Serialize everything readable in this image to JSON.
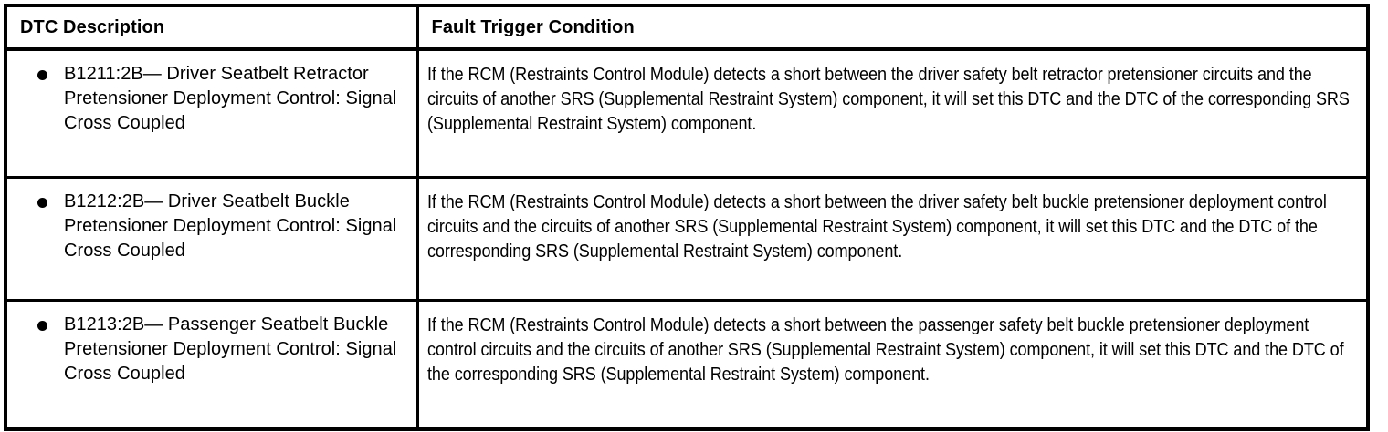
{
  "table": {
    "columns": [
      {
        "key": "description",
        "header": "DTC Description"
      },
      {
        "key": "condition",
        "header": "Fault Trigger Condition"
      }
    ],
    "rows": [
      {
        "bullet": "●",
        "description": "B1211:2B— Driver Seatbelt Retractor Pretensioner Deployment Control: Signal Cross Coupled",
        "condition": "If the RCM (Restraints Control Module) detects a short between the driver safety belt retractor pretensioner circuits and the circuits of another SRS (Supplemental Restraint System) component, it will set this DTC and the DTC of the corresponding SRS (Supplemental Restraint System) component."
      },
      {
        "bullet": "●",
        "description": "B1212:2B— Driver Seatbelt Buckle Pretensioner Deployment Control: Signal Cross Coupled",
        "condition": "If the RCM (Restraints Control Module) detects a short between the driver safety belt buckle pretensioner deployment control circuits and the circuits of another SRS (Supplemental Restraint System) component, it will set this DTC and the DTC of the corresponding SRS (Supplemental Restraint System) component."
      },
      {
        "bullet": "●",
        "description": "B1213:2B— Passenger Seatbelt Buckle Pretensioner Deployment Control: Signal Cross Coupled",
        "condition": "If the RCM (Restraints Control Module) detects a short between the passenger safety belt buckle pretensioner deployment control circuits and the circuits of another SRS (Supplemental Restraint System) component, it will set this DTC and the DTC of the corresponding SRS (Supplemental Restraint System) component."
      }
    ]
  },
  "colors": {
    "border": "#000000",
    "text": "#000000",
    "background": "#ffffff"
  }
}
